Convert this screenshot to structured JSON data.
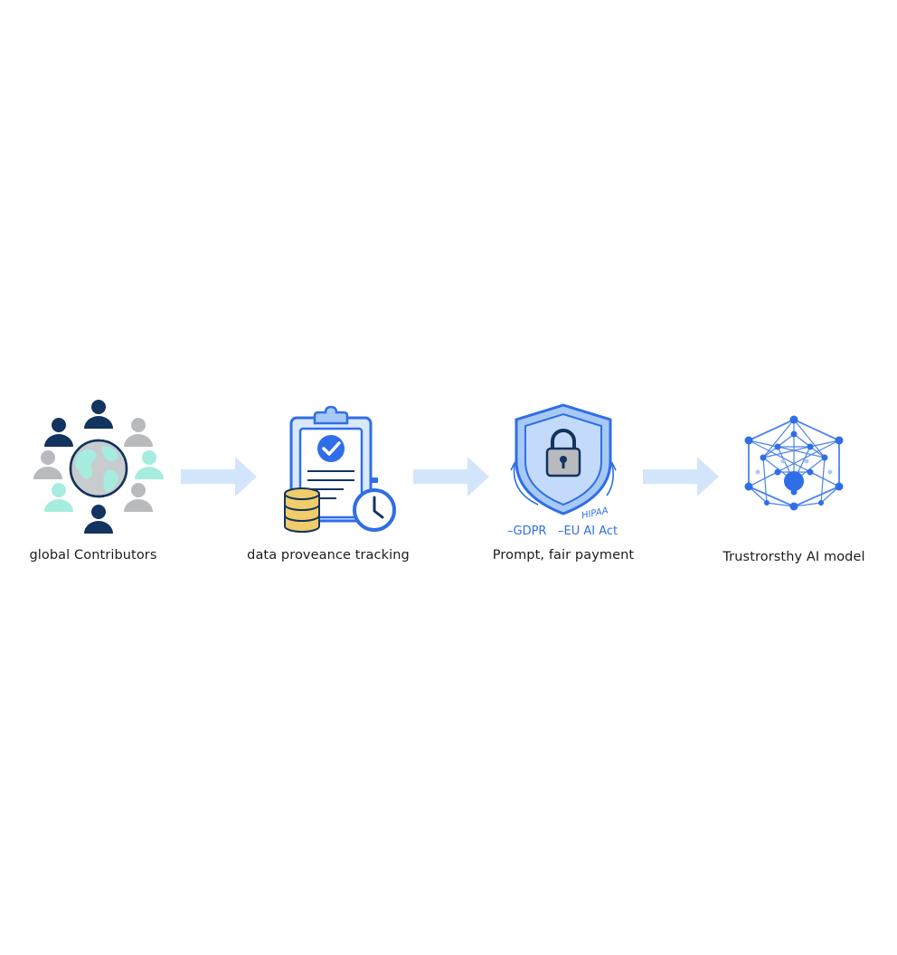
{
  "steps": [
    {
      "label": "global Contributors"
    },
    {
      "label": "data proveance tracking"
    },
    {
      "label": "Prompt, fair payment",
      "regulations": {
        "gdpr": "–GDPR",
        "eu_ai_act": "–EU AI Act",
        "hipaa": "HIPAA"
      }
    },
    {
      "label": "Trustrorsthy AI model"
    }
  ],
  "colors": {
    "navy": "#12345e",
    "gray": "#b8babd",
    "mint": "#a6ecdf",
    "blue": "#2f6ee8",
    "blue_light": "#a8c9f5",
    "blue_pale": "#d6e6fc",
    "gold": "#f1cc6b",
    "arrow": "#d3e5fb"
  },
  "icons": {
    "step1": "globe-people-icon",
    "step2": "clipboard-check-coins-clock-icon",
    "step3": "shield-lock-icon",
    "step4": "neural-network-icon"
  }
}
